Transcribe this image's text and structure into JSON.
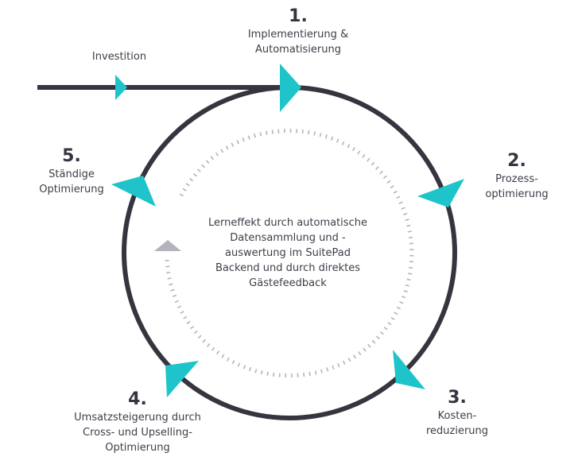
{
  "colors": {
    "cycle_line": "#36353f",
    "arrow_accent": "#1ec4c9",
    "dotted": "#b4b2bd",
    "text": "#3e3d48"
  },
  "entry": {
    "label": "Investition"
  },
  "steps": [
    {
      "number": "1.",
      "label": "Implementierung &\nAutomatisierung"
    },
    {
      "number": "2.",
      "label": "Prozess-\noptimierung"
    },
    {
      "number": "3.",
      "label": "Kosten-\nreduzierung"
    },
    {
      "number": "4.",
      "label": "Umsatzsteigerung durch\nCross- und Upselling-\nOptimierung"
    },
    {
      "number": "5.",
      "label": "Ständige\nOptimierung"
    }
  ],
  "center": {
    "text": "Lerneffekt durch automatische\nDatensammlung und -\nauswertung im SuitePad\nBackend und durch direktes\nGästefeedback"
  }
}
